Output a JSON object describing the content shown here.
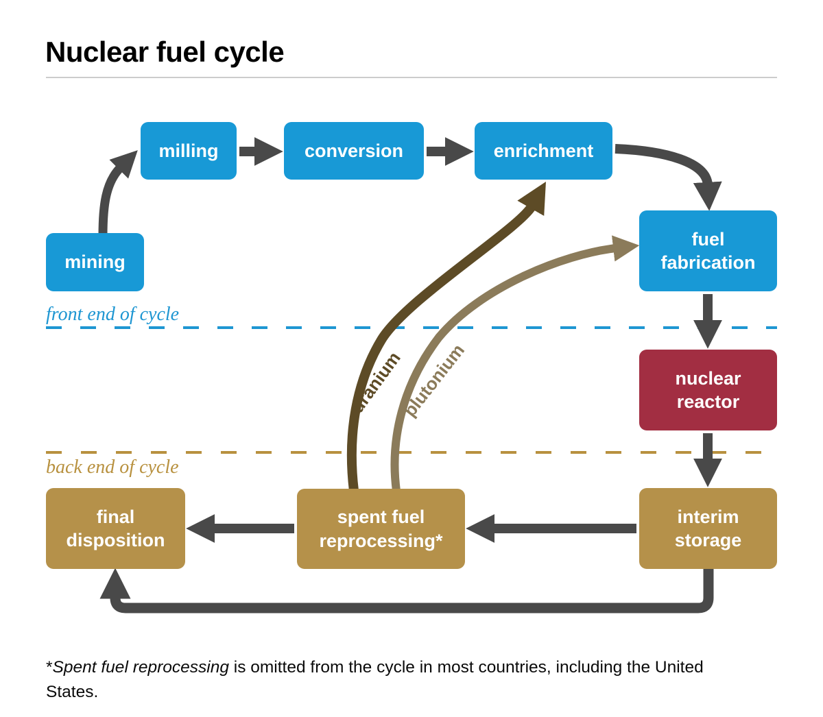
{
  "title": "Nuclear fuel cycle",
  "nodes": {
    "mining": {
      "label": "mining"
    },
    "milling": {
      "label": "milling"
    },
    "conversion": {
      "label": "conversion"
    },
    "enrichment": {
      "label": "enrichment"
    },
    "fuel_fabrication": {
      "label": "fuel fabrication"
    },
    "nuclear_reactor": {
      "label": "nuclear reactor"
    },
    "interim_storage": {
      "label": "interim storage"
    },
    "spent_fuel_reprocessing": {
      "label": "spent fuel reprocessing*"
    },
    "final_disposition": {
      "label": "final disposition"
    }
  },
  "phase_labels": {
    "front": "front end of cycle",
    "back": "back end of cycle"
  },
  "flow_labels": {
    "uranium": "uranium",
    "plutonium": "plutonium"
  },
  "footnote": {
    "prefix": "*",
    "italic": "Spent fuel reprocessing",
    "rest": " is omitted from the cycle in most countries, including the United States."
  },
  "colors": {
    "process_blue": "#1899d6",
    "reactor_red": "#a22e42",
    "backend_gold": "#b5914a",
    "arrow_gray": "#494949",
    "uranium_brown": "#5d4b26",
    "plutonium_tan": "#8b7b5a",
    "dash_blue": "#1e96d2",
    "dash_gold": "#b8913f",
    "rule_gray": "#cccccc"
  }
}
